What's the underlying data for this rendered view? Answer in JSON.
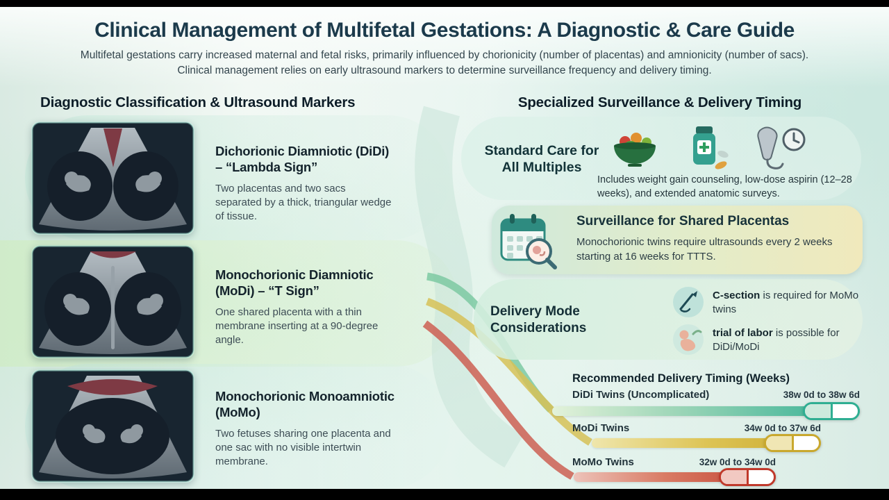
{
  "header": {
    "title": "Clinical Management of Multifetal Gestations: A Diagnostic & Care Guide",
    "subtitle": "Multifetal gestations carry increased maternal and fetal risks, primarily influenced by chorionicity (number of placentas) and amnionicity (number of sacs). Clinical management relies on early ultrasound markers to determine surveillance frequency and delivery timing."
  },
  "left_panel": {
    "heading": "Diagnostic Classification & Ultrasound Markers",
    "items": [
      {
        "title": "Dichorionic Diamniotic (DiDi) – “Lambda Sign”",
        "description": "Two placentas and two sacs separated by a thick, triangular wedge of tissue.",
        "image": "ultrasound-lambda-sign"
      },
      {
        "title": "Monochorionic Diamniotic (MoDi) – “T Sign”",
        "description": "One shared placenta with a thin membrane inserting at a 90-degree angle.",
        "image": "ultrasound-t-sign"
      },
      {
        "title": "Monochorionic Monoamniotic (MoMo)",
        "description": "Two fetuses sharing one placenta and one sac with no visible intertwin membrane.",
        "image": "ultrasound-momo"
      }
    ]
  },
  "right_panel": {
    "heading": "Specialized Surveillance & Delivery Timing",
    "standard_care": {
      "title": "Standard Care for All Multiples",
      "description": "Includes weight gain counseling, low-dose aspirin (12–28 weeks), and extended anatomic surveys.",
      "icons": [
        "salad-icon",
        "medicine-bottle-icon",
        "ultrasound-probe-clock-icon"
      ]
    },
    "surveillance": {
      "title": "Surveillance for Shared Placentas",
      "description": "Monochorionic twins require ultrasounds every 2 weeks starting at 16 weeks for TTTS.",
      "icon": "calendar-search-icon"
    },
    "delivery_mode": {
      "title": "Delivery Mode Considerations",
      "items": [
        {
          "emphasis": "C-section",
          "text": " is required for MoMo twins",
          "icon": "scalpel-icon"
        },
        {
          "emphasis": "trial of labor",
          "text": " is possible for DiDi/MoDi",
          "icon": "newborn-icon"
        }
      ]
    }
  },
  "chart_data": {
    "type": "bar",
    "title": "Recommended Delivery Timing (Weeks)",
    "categories": [
      "DiDi Twins (Uncomplicated)",
      "MoDi Twins",
      "MoMo Twins"
    ],
    "range_labels": [
      "38w 0d to 38w 6d",
      "34w 0d to 37w 6d",
      "32w 0d to 34w 0d"
    ],
    "ranges_weeks": [
      [
        38.0,
        38.86
      ],
      [
        34.0,
        37.86
      ],
      [
        32.0,
        34.0
      ]
    ],
    "colors": [
      "#2fae92",
      "#c9a82e",
      "#c0392b"
    ],
    "legend": "none",
    "orientation": "horizontal"
  }
}
